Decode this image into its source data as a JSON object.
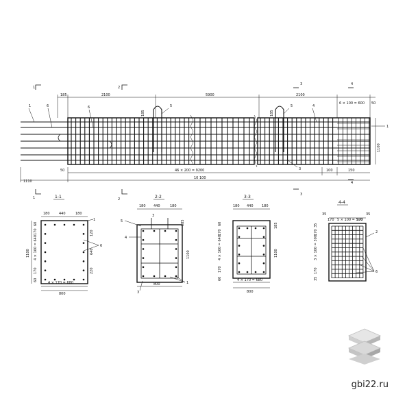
{
  "watermark": "gbi22.ru",
  "elevation": {
    "dims_top": [
      "185",
      "2100",
      "5900",
      "2100",
      "6 × 100 = 600",
      "50"
    ],
    "dims_bottom": [
      "50",
      "46 × 200 = 9200",
      "100",
      "150",
      "10 100",
      "1110"
    ],
    "height": "1100",
    "section_marks": [
      "1",
      "2",
      "3",
      "4"
    ],
    "callouts": [
      "1",
      "6",
      "6",
      "5",
      "5",
      "4",
      "1",
      "3",
      "185",
      "185"
    ]
  },
  "sections": [
    {
      "title": "1-1",
      "top_dims": [
        "180",
        "440",
        "180"
      ],
      "bottom_dim": "4 × 170 = 680",
      "width": "800",
      "height": "1100",
      "left_dims": [
        "60",
        "170",
        "4 × 160 = 640",
        "170",
        "60"
      ],
      "right_dims": [
        "120",
        "640",
        "220"
      ],
      "callouts": [
        "1",
        "6"
      ]
    },
    {
      "title": "2-2",
      "top_dims": [
        "180",
        "440",
        "180"
      ],
      "width": "800",
      "height": "1100",
      "right_dims": [
        "185"
      ],
      "callouts": [
        "5",
        "3",
        "4",
        "1",
        "3"
      ]
    },
    {
      "title": "3-3",
      "top_dims": [
        "180",
        "440",
        "180"
      ],
      "bottom_dim": "4 × 170 = 680",
      "width": "800",
      "height": "1100",
      "left_dims": [
        "60",
        "170",
        "4 × 160 = 640",
        "170",
        "60"
      ],
      "right_dims": [
        "185"
      ]
    },
    {
      "title": "4-4",
      "top_dims": [
        "35",
        "170",
        "5 × 100 = 500",
        "170",
        "35"
      ],
      "left_dims": [
        "35",
        "170",
        "3 × 100 = 300",
        "170",
        "35"
      ],
      "callouts": [
        "2",
        "6"
      ]
    }
  ]
}
